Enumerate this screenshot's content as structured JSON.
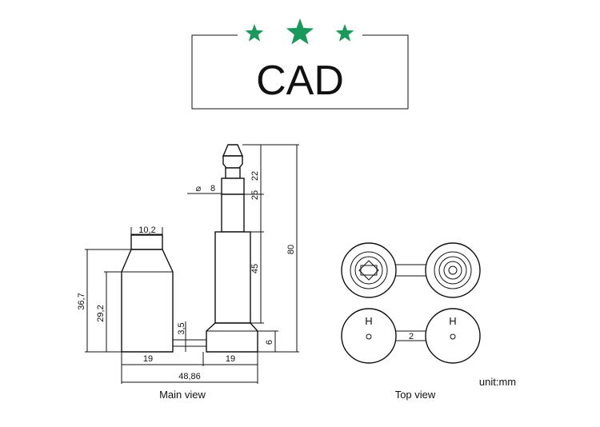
{
  "header": {
    "title": "CAD",
    "star_color": "#1a9a5a",
    "stars": [
      "star-icon",
      "star-icon",
      "star-icon"
    ]
  },
  "main_view": {
    "caption": "Main view",
    "dims": {
      "head_width": "10,2",
      "total_height_small": "36,7",
      "body_height": "29,2",
      "gap": "3,5",
      "base_left": "19",
      "base_right": "19",
      "overall_width": "48,86",
      "diameter_symbol": "⌀",
      "diameter": "8",
      "upper_22": "22",
      "upper_25": "25",
      "shaft_45": "45",
      "overall_80": "80",
      "base_6": "6"
    }
  },
  "top_view": {
    "caption": "Top view",
    "letter_left": "H",
    "letter_right": "H",
    "bridge": "2"
  },
  "unit": "unit:mm"
}
